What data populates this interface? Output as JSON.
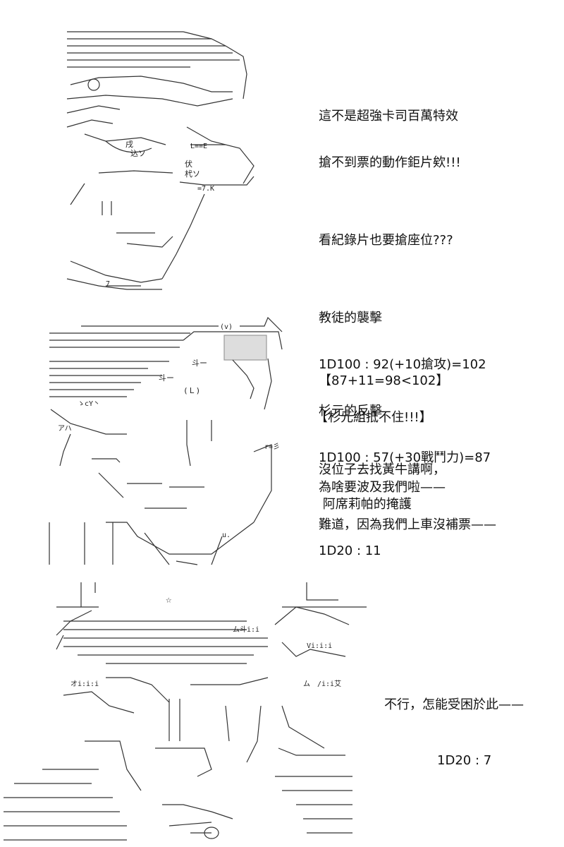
{
  "panel1": {
    "lines": [
      "這不是超強卡司百萬特效",
      "搶不到票的動作鉅片欸!!!",
      "",
      "看紀錄片也要搶座位???",
      "",
      "教徒的襲擊",
      "1D100 : 92(+10搶攻)=102",
      "杉元的反擊",
      "1D100 : 57(+30戰鬥力)=87",
      " 阿席莉帕的掩護",
      "1D20 : 11"
    ]
  },
  "panel2": {
    "result": "【87+11=98<102】",
    "shout": "【杉元組抵不住!!!】",
    "line1": "沒位子去找黃牛講啊，",
    "line2": "為啥要波及我們啦——",
    "line3": "難道，因為我們上車沒補票——"
  },
  "panel3": {
    "line1": "不行，怎能受困於此——",
    "roll": "1D20 : 7"
  }
}
